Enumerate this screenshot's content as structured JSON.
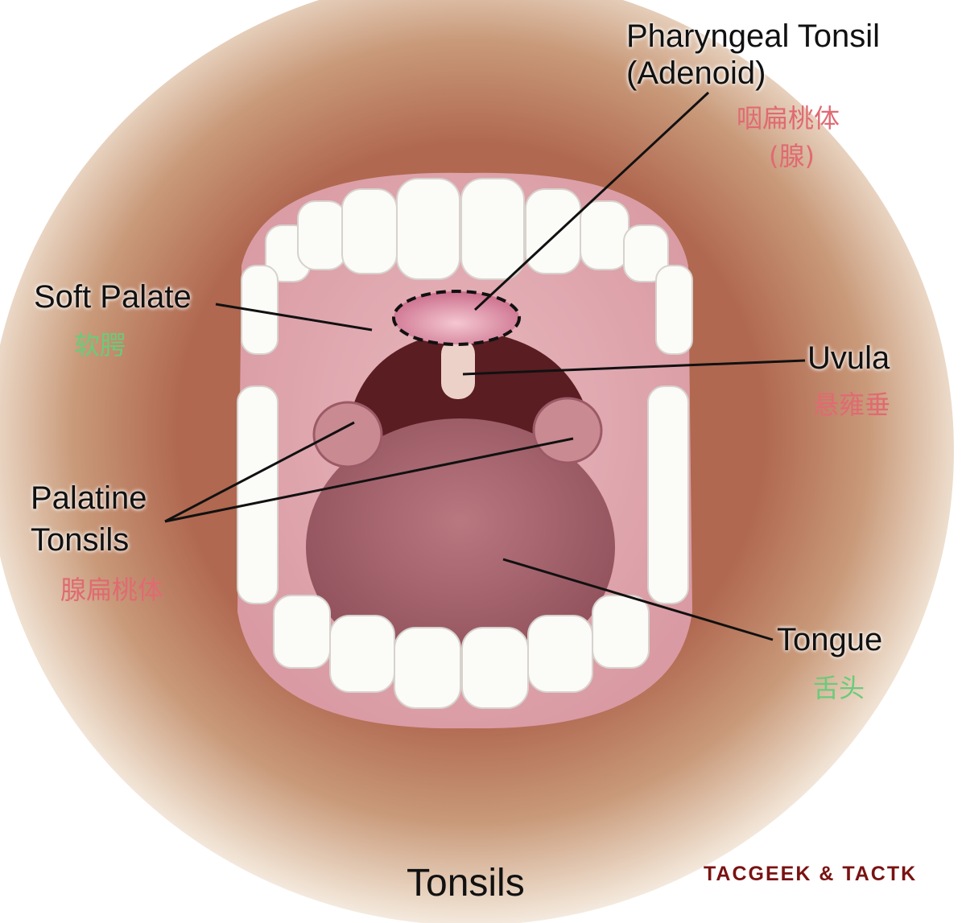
{
  "title": "Tonsils",
  "watermark": "TACGEEK & TACTK",
  "colors": {
    "pink_label": "#e06a72",
    "green_label": "#6acb7a",
    "watermark": "#7a1212"
  },
  "labels": {
    "pharyngeal": {
      "line1": "Pharyngeal Tonsil",
      "line2": "(Adenoid)",
      "cn1": "咽扁桃体",
      "cn2": "(腺)"
    },
    "soft_palate": {
      "en": "Soft Palate",
      "cn": "软腭"
    },
    "uvula": {
      "en": "Uvula",
      "cn": "悬雍垂"
    },
    "palatine": {
      "line1": "Palatine",
      "line2": "Tonsils",
      "cn": "腺扁桃体"
    },
    "tongue": {
      "en": "Tongue",
      "cn": "舌头"
    }
  }
}
